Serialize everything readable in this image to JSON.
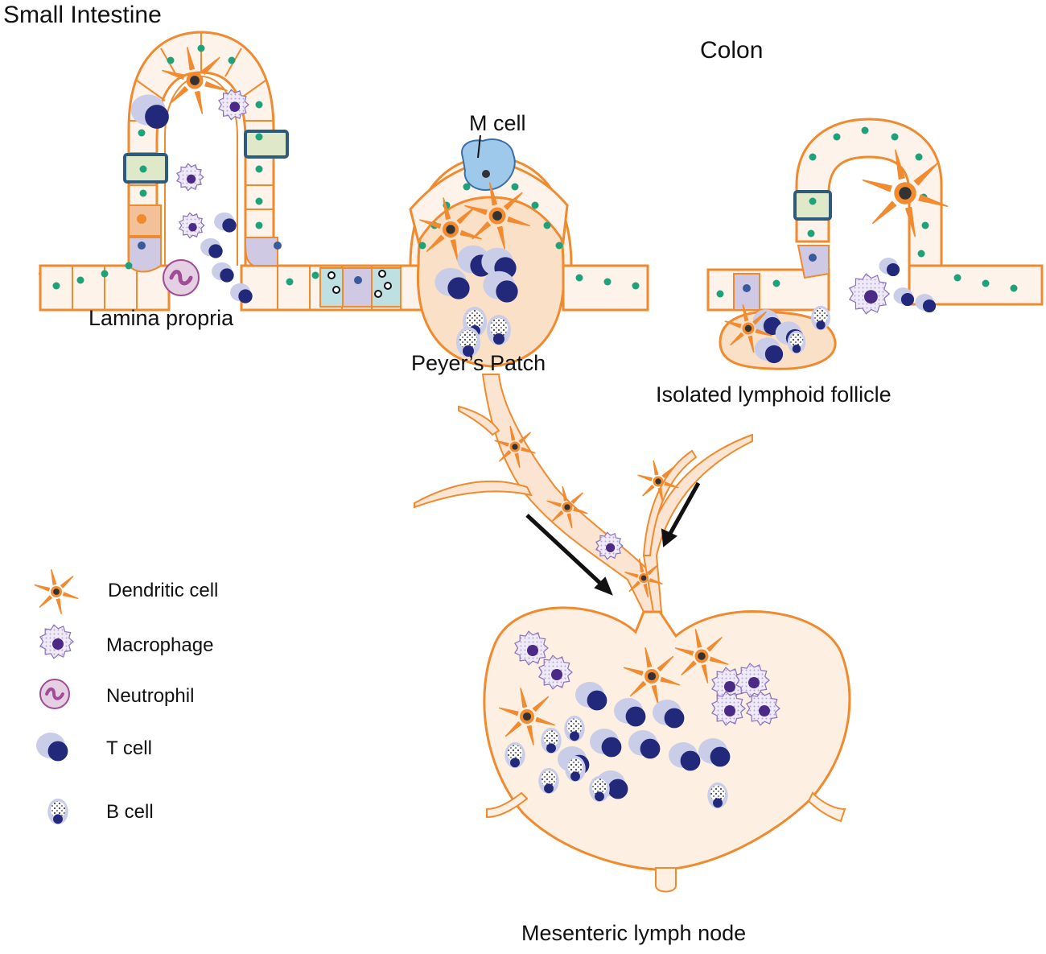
{
  "labels": {
    "small_intestine": "Small Intestine",
    "colon": "Colon",
    "m_cell": "M cell",
    "lamina_propria": "Lamina propria",
    "peyers_patch": "Peyer’s Patch",
    "isolated_lymphoid_follicle": "Isolated lymphoid follicle",
    "mesenteric_lymph_node": "Mesenteric lymph node"
  },
  "legend": [
    {
      "label": "Dendritic cell",
      "icon": "dendritic-cell-icon"
    },
    {
      "label": "Macrophage",
      "icon": "macrophage-icon"
    },
    {
      "label": "Neutrophil",
      "icon": "neutrophil-icon"
    },
    {
      "label": "T cell",
      "icon": "t-cell-icon"
    },
    {
      "label": "B cell",
      "icon": "b-cell-icon"
    }
  ],
  "colors": {
    "outline": "#f08a2e",
    "cell_fill": "#fdf3ea",
    "tissue_fill": "#fbe5d2",
    "nucleus_green": "#1fa27a",
    "dendritic": "#f28a30",
    "t_cell_dark": "#22287a",
    "t_cell_light": "#c9cde8",
    "macrophage": "#8a72b8",
    "neutrophil": "#a04c96",
    "m_cell_fill": "#9ec9ea",
    "goblet_fill": "#c9d9a8",
    "arrow": "#111111"
  }
}
